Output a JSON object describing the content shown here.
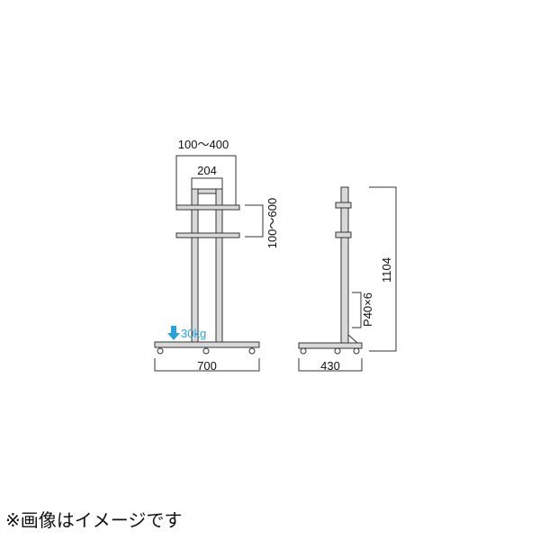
{
  "front_view": {
    "vesa_width": "100〜400",
    "pole_spacing": "204",
    "vesa_height": "100〜600",
    "load_capacity": "30kg",
    "base_width": "700"
  },
  "side_view": {
    "total_height": "1104",
    "height_adjust": "P40×6",
    "base_depth": "430"
  },
  "footnote": "※画像はイメージです",
  "colors": {
    "accent": "#29a3e0",
    "line": "#333333"
  }
}
